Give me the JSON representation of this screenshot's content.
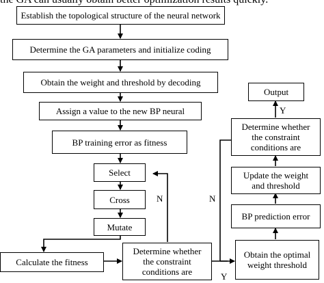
{
  "header_text": "the GA can usually obtain better optimization results quickly.",
  "nodes": {
    "establish": "Establish the topological structure of the neural network",
    "ga_params": "Determine the GA parameters and initialize coding",
    "decode": "Obtain the weight and threshold by decoding",
    "assign": "Assign a value to the new BP neural",
    "fitness_err": "BP training error as fitness",
    "select": "Select",
    "cross": "Cross",
    "mutate": "Mutate",
    "calc_fitness": "Calculate the fitness",
    "determine1": "Determine whether the constraint conditions are",
    "optimal": "Obtain the optimal weight threshold",
    "bp_pred": "BP prediction error",
    "update": "Update the weight and threshold",
    "determine2": "Determine whether the constraint conditions are",
    "output": "Output"
  },
  "edge_labels": {
    "n_left": "N",
    "n_right": "N",
    "y_bottom": "Y",
    "y_top": "Y"
  }
}
